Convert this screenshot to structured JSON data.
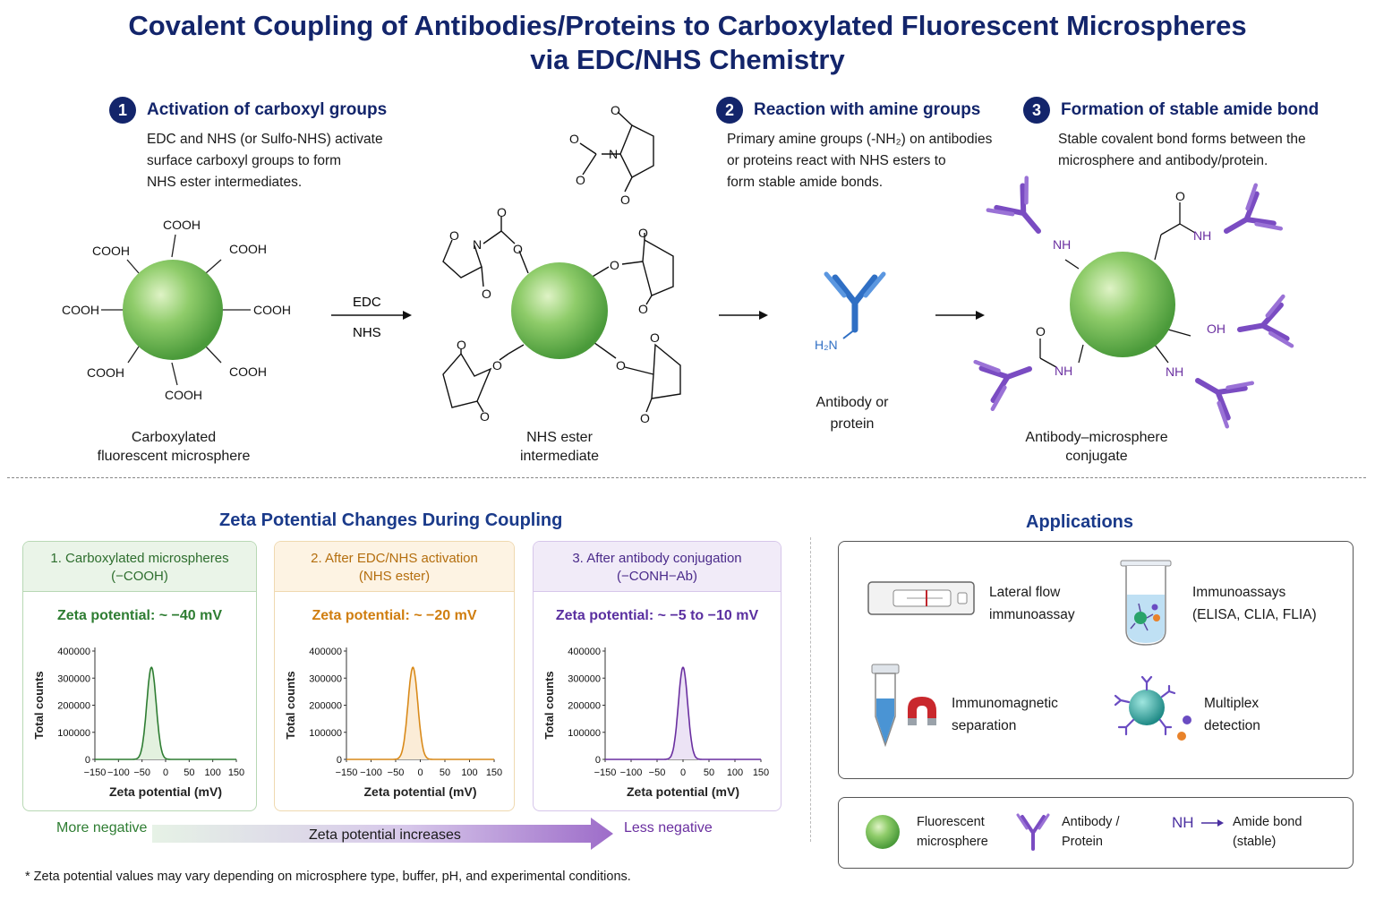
{
  "title_line1": "Covalent Coupling of Antibodies/Proteins to Carboxylated Fluorescent Microspheres",
  "title_line2": "via EDC/NHS Chemistry",
  "steps": [
    {
      "num": "1",
      "title": "Activation of carboxyl groups",
      "desc": [
        "EDC and NHS (or Sulfo-NHS) activate",
        "surface carboxyl groups to form",
        "NHS ester intermediates."
      ]
    },
    {
      "num": "2",
      "title": "Reaction with amine groups",
      "desc": [
        "Primary amine groups (-NH₂) on antibodies",
        "or proteins react with NHS esters to",
        "form stable amide bonds."
      ]
    },
    {
      "num": "3",
      "title": "Formation of stable amide bond",
      "desc": [
        "Stable covalent bond forms between the",
        "microsphere and antibody/protein."
      ]
    }
  ],
  "cooh_label": "COOH",
  "reagent_top": "EDC",
  "reagent_bottom": "NHS",
  "atoms": {
    "O": "O",
    "N": "N",
    "NH": "NH",
    "H2N": "H₂N",
    "OH": "OH"
  },
  "captions": {
    "microsphere": [
      "Carboxylated",
      "fluorescent microsphere"
    ],
    "ester": [
      "NHS ester",
      "intermediate"
    ],
    "antibody": [
      "Antibody or",
      "protein"
    ],
    "conjugate": [
      "Antibody–microsphere",
      "conjugate"
    ]
  },
  "zeta_section_title": "Zeta Potential Changes During Coupling",
  "applications_title": "Applications",
  "chart_data": [
    {
      "type": "line",
      "title": "1. Carboxylated microspheres (−COOH)",
      "title_lines": [
        "1. Carboxylated microspheres",
        "(−COOH)"
      ],
      "zeta_text": "Zeta potential: ~ −40 mV",
      "xlabel": "Zeta potential (mV)",
      "ylabel": "Total counts",
      "xlim": [
        -150,
        150
      ],
      "ylim": [
        0,
        400000
      ],
      "xticks": [
        "−150",
        "−100",
        "−50",
        "0",
        "50",
        "100",
        "150"
      ],
      "yticks": [
        "0",
        "100000",
        "200000",
        "300000",
        "400000"
      ],
      "peak_center": -30,
      "peak_height": 340000,
      "peak_sigma": 10,
      "color": "#2e7d32",
      "fill": "#e3f1df"
    },
    {
      "type": "line",
      "title": "2. After EDC/NHS activation (NHS ester)",
      "title_lines": [
        "2. After EDC/NHS activation",
        "(NHS ester)"
      ],
      "zeta_text": "Zeta potential: ~ −20 mV",
      "xlabel": "Zeta potential (mV)",
      "ylabel": "Total counts",
      "xlim": [
        -150,
        150
      ],
      "ylim": [
        0,
        400000
      ],
      "xticks": [
        "−150",
        "−100",
        "−50",
        "0",
        "50",
        "100",
        "150"
      ],
      "yticks": [
        "0",
        "100000",
        "200000",
        "300000",
        "400000"
      ],
      "peak_center": -15,
      "peak_height": 340000,
      "peak_sigma": 10,
      "color": "#d98a1a",
      "fill": "#fbecd7"
    },
    {
      "type": "line",
      "title": "3. After antibody conjugation (−CONH−Ab)",
      "title_lines": [
        "3. After antibody conjugation",
        "(−CONH−Ab)"
      ],
      "zeta_text": "Zeta potential: ~ −5 to −10 mV",
      "xlabel": "Zeta potential (mV)",
      "ylabel": "Total counts",
      "xlim": [
        -150,
        150
      ],
      "ylim": [
        0,
        400000
      ],
      "xticks": [
        "−150",
        "−100",
        "−50",
        "0",
        "50",
        "100",
        "150"
      ],
      "yticks": [
        "0",
        "100000",
        "200000",
        "300000",
        "400000"
      ],
      "peak_center": 0,
      "peak_height": 340000,
      "peak_sigma": 9,
      "color": "#6a2fa0",
      "fill": "#ece3f5"
    }
  ],
  "trend": {
    "left": "More negative",
    "middle": "Zeta potential increases",
    "right": "Less negative"
  },
  "applications": [
    {
      "icon": "lateral-flow-strip-icon",
      "label": [
        "Lateral flow",
        "immunoassay"
      ]
    },
    {
      "icon": "test-tube-icon",
      "label": [
        "Immunoassays",
        "(ELISA, CLIA, FLIA)"
      ]
    },
    {
      "icon": "magnet-tube-icon",
      "label": [
        "Immunomagnetic",
        "separation"
      ]
    },
    {
      "icon": "multiplex-bead-icon",
      "label": [
        "Multiplex",
        "detection"
      ]
    }
  ],
  "legend": [
    {
      "icon": "microsphere-icon",
      "label": [
        "Fluorescent",
        "microsphere"
      ]
    },
    {
      "icon": "antibody-icon",
      "label": [
        "Antibody /",
        "Protein"
      ]
    },
    {
      "icon": "amide-bond-icon",
      "symbol": "NH",
      "label": [
        "Amide bond",
        "(stable)"
      ]
    }
  ],
  "footnote": "* Zeta potential values may vary depending on microsphere type, buffer, pH, and experimental conditions.",
  "colors": {
    "navy": "#13256b",
    "green": "#2e7d32",
    "orange": "#d98a1a",
    "purple": "#6a2fa0",
    "antibody_blue": "#2f6fc4",
    "antibody_purple": "#7a4cc2"
  }
}
